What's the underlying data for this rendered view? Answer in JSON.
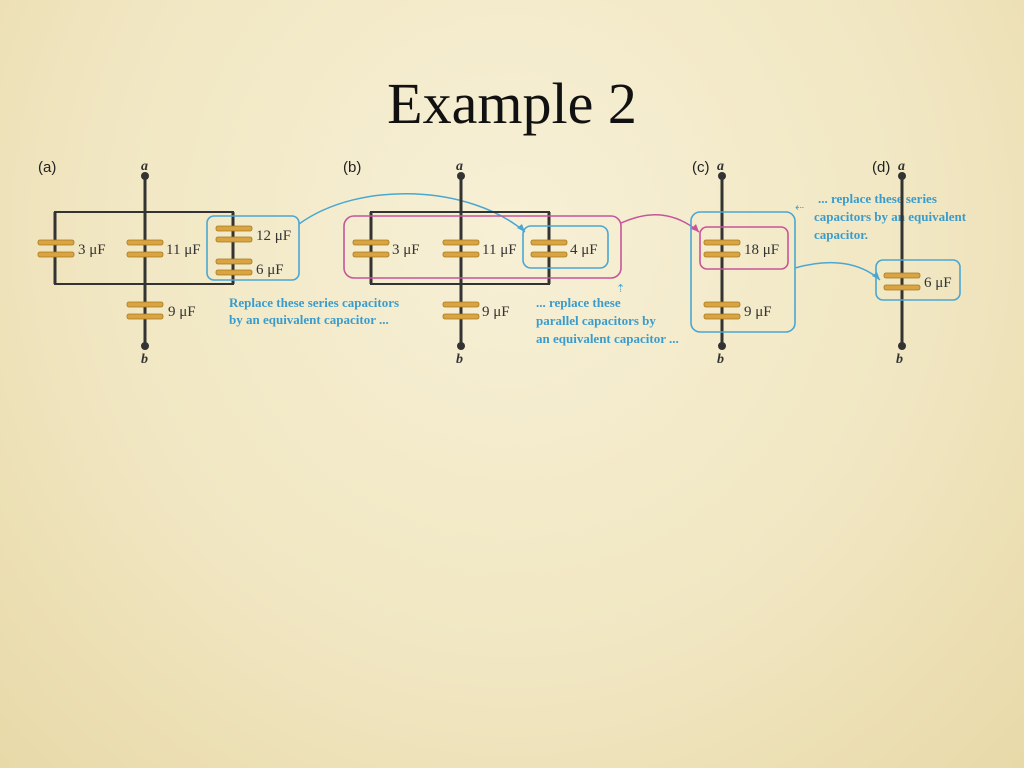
{
  "title": "Example 2",
  "panels": {
    "a": {
      "label": "(a)",
      "node_top": "a",
      "node_bottom": "b",
      "caps": [
        "3 μF",
        "11 μF",
        "12 μF",
        "6 μF",
        "9 μF"
      ],
      "note": [
        "Replace these series capacitors",
        "by an equivalent capacitor ..."
      ]
    },
    "b": {
      "label": "(b)",
      "node_top": "a",
      "node_bottom": "b",
      "caps": [
        "3 μF",
        "11 μF",
        "4 μF",
        "9 μF"
      ],
      "note": [
        "... replace these",
        "parallel capacitors by",
        "an equivalent capacitor ..."
      ]
    },
    "c": {
      "label": "(c)",
      "node_top": "a",
      "node_bottom": "b",
      "caps": [
        "18 μF",
        "9 μF"
      ],
      "note": [
        "... replace these series",
        "capacitors by an equivalent",
        "capacitor."
      ]
    },
    "d": {
      "label": "(d)",
      "node_top": "a",
      "node_bottom": "b",
      "caps": [
        "6 μF"
      ]
    }
  },
  "colors": {
    "highlight_blue": "#4aa7d2",
    "highlight_pink": "#c7559a",
    "capacitor_plate": "#d9a441",
    "wire": "#333333"
  }
}
